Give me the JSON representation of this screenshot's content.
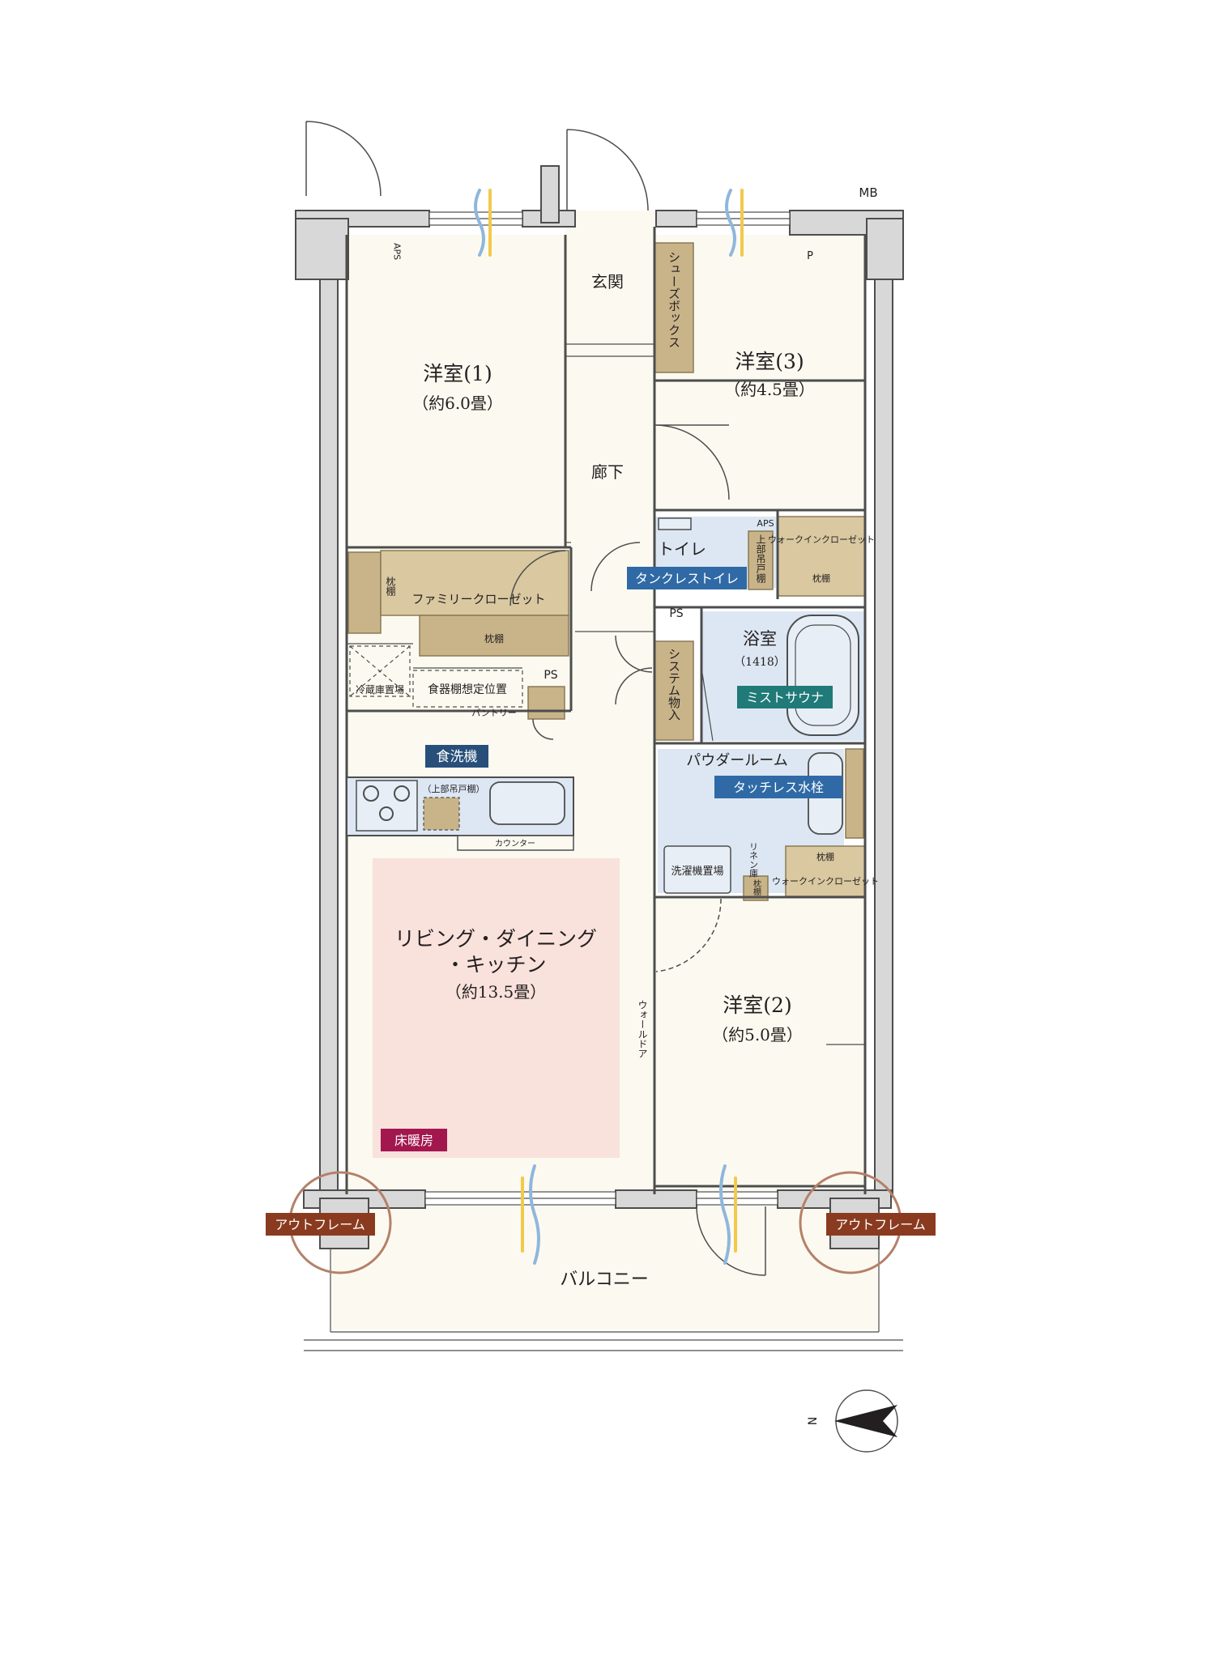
{
  "rooms": {
    "western1": {
      "name": "洋室(1)",
      "size": "（約6.0畳）"
    },
    "western2": {
      "name": "洋室(2)",
      "size": "（約5.0畳）"
    },
    "western3": {
      "name": "洋室(3)",
      "size": "（約4.5畳）"
    },
    "ldk": {
      "name_line1": "リビング・ダイニング",
      "name_line2": "・キッチン",
      "size": "（約13.5畳）"
    },
    "entrance": "玄関",
    "hallway": "廊下",
    "toilet": "トイレ",
    "bath": {
      "name": "浴室",
      "size": "（1418）"
    },
    "powder": "パウダールーム",
    "balcony": "バルコニー"
  },
  "storage": {
    "shoe_box": "シューズボックス",
    "family_closet": "ファミリークローゼット",
    "walk_in_closet": "ウォークインクローゼット",
    "pillow_shelf": "枕棚",
    "pillow_shelf_vertical": "枕棚",
    "fridge": "冷蔵庫置場",
    "dish_rack": "食器棚想定位置",
    "pantry": "パントリー",
    "system_storage": "システム物入",
    "upper_cabinet_kitchen": "（上部吊戸棚）",
    "upper_cabinet_toilet": "上部吊戸棚",
    "counter": "カウンター",
    "washer": "洗濯機置場",
    "linen": "リネン庫",
    "wall_door": "ウォールドア"
  },
  "markers": {
    "ps": "PS",
    "aps": "APS",
    "p": "P",
    "mb": "MB",
    "north": "N"
  },
  "badges": {
    "dishwasher": "食洗機",
    "tankless_toilet": "タンクレストイレ",
    "mist_sauna": "ミストサウナ",
    "touchless_faucet": "タッチレス水栓",
    "floor_heating": "床暖房",
    "outframe_left": "アウトフレーム",
    "outframe_right": "アウトフレーム"
  },
  "colors": {
    "wall": "#d8d8d8",
    "wall_line": "#4d4d4d",
    "floor": "#fcfaf0",
    "wet_area": "#dce7f3",
    "storage": "#c9b48a",
    "ldk_highlight": "#f9e1dc",
    "badge_blue": "#2f6aa6",
    "badge_teal": "#1f7a78",
    "badge_navy": "#274f7a",
    "badge_red": "#a3174f",
    "badge_brown": "#8a3b1f",
    "outframe_circle": "#b5806a",
    "airflow_yellow": "#f2c94c",
    "airflow_blue": "#8fb7dd"
  }
}
